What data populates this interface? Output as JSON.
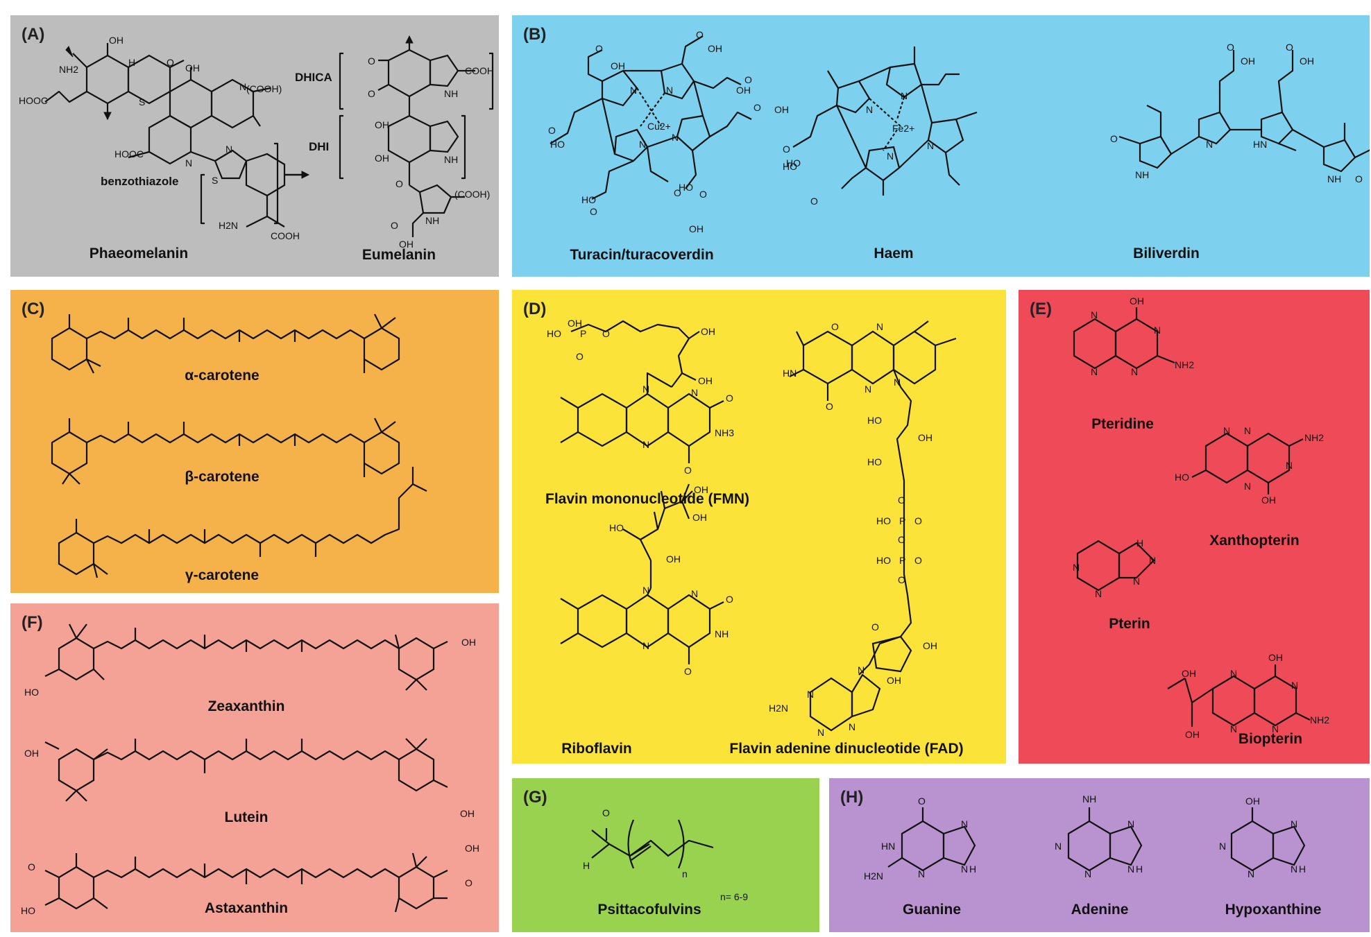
{
  "colors": {
    "A": "#bdbdbd",
    "B": "#7dd1ef",
    "C": "#f5b24a",
    "D": "#fbe33a",
    "E": "#ef4a57",
    "F": "#f4a196",
    "G": "#98d24f",
    "H": "#b893cf"
  },
  "panels": {
    "A": {
      "label": "(A)",
      "names": [
        "Phaeomelanin",
        "Eumelanin"
      ],
      "atoms": [
        "OH",
        "NH2",
        "HOOC",
        "OH",
        "O",
        "N",
        "H",
        "S",
        "(COOH)",
        "HOOC",
        "N",
        "S",
        "N",
        "benzothiazole",
        "H2N",
        "COOH",
        "DHICA",
        "DHI",
        "O",
        "O",
        "COOH",
        "NH",
        "OH",
        "OH",
        "NH",
        "O",
        "(COOH)",
        "NH",
        "O",
        "OH"
      ]
    },
    "B": {
      "label": "(B)",
      "names": [
        "Turacin/turacoverdin",
        "Haem",
        "Biliverdin"
      ],
      "atoms": [
        "O",
        "OH",
        "O",
        "OH",
        "O",
        "OH",
        "O",
        "OH",
        "HO",
        "O",
        "O",
        "OH",
        "HO",
        "O",
        "HO",
        "O",
        "N",
        "N",
        "N",
        "N",
        "Cu2+",
        "N",
        "N",
        "N",
        "N",
        "Fe2+",
        "HO",
        "O",
        "HO",
        "O",
        "O",
        "OH",
        "O",
        "OH",
        "N",
        "HN",
        "O",
        "NH",
        "O",
        "NH",
        "O"
      ]
    },
    "C": {
      "label": "(C)",
      "names": [
        "α-carotene",
        "β-carotene",
        "γ-carotene"
      ]
    },
    "D": {
      "label": "(D)",
      "names": [
        "Flavin mononucleotide (FMN)",
        "Riboflavin",
        "Flavin adenine dinucleotide (FAD)"
      ],
      "atoms": [
        "OH",
        "HO",
        "P",
        "O",
        "O",
        "OH",
        "OH",
        "N",
        "N",
        "O",
        "NH3",
        "N",
        "O",
        "HO",
        "OH",
        "OH",
        "OH",
        "N",
        "N",
        "O",
        "NH",
        "N",
        "O",
        "O",
        "N",
        "HN",
        "O",
        "N",
        "N",
        "HO",
        "OH",
        "HO",
        "O",
        "HO",
        "P",
        "O",
        "O",
        "HO",
        "P",
        "O",
        "O",
        "O",
        "OH",
        "OH",
        "N",
        "N",
        "N",
        "N",
        "H2N"
      ]
    },
    "E": {
      "label": "(E)",
      "names": [
        "Pteridine",
        "Xanthopterin",
        "Pterin",
        "Biopterin"
      ],
      "atoms": [
        "OH",
        "N",
        "N",
        "N",
        "N",
        "NH2",
        "N",
        "N",
        "NH2",
        "HO",
        "N",
        "N",
        "OH",
        "N",
        "N",
        "N",
        "H",
        "N",
        "OH",
        "N",
        "N",
        "OH",
        "N",
        "N",
        "NH2",
        "OH"
      ]
    },
    "F": {
      "label": "(F)",
      "names": [
        "Zeaxanthin",
        "Lutein",
        "Astaxanthin"
      ],
      "atoms": [
        "OH",
        "HO",
        "OH",
        "OH",
        "O",
        "OH",
        "HO",
        "O"
      ]
    },
    "G": {
      "label": "(G)",
      "names": [
        "Psittacofulvins"
      ],
      "atoms": [
        "O",
        "H",
        "n",
        "n= 6-9"
      ]
    },
    "H": {
      "label": "(H)",
      "names": [
        "Guanine",
        "Adenine",
        "Hypoxanthine"
      ],
      "atoms": [
        "O",
        "HN",
        "N",
        "H2N",
        "N",
        "N",
        "H",
        "NH",
        "N",
        "N",
        "N",
        "N",
        "H",
        "OH",
        "N",
        "N",
        "N",
        "N",
        "H"
      ]
    }
  }
}
